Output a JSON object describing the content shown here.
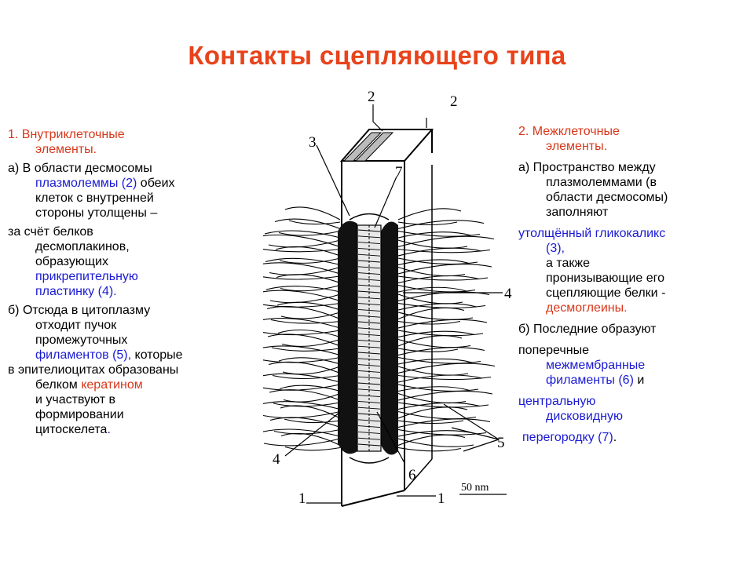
{
  "slide": {
    "title": "Контакты сцепляющего типа"
  },
  "left": {
    "h_num": "1. ",
    "h_text_1": "Внутриклеточные",
    "h_text_2": "элементы.",
    "a_1": "а) В области десмосомы",
    "a_2_blue": "плазмолеммы (2)",
    "a_2_rest": " обеих",
    "a_3": "клеток с внутренней",
    "a_4": "стороны утолщены –",
    "b_1": "за счёт белков",
    "b_2": "десмоплакинов,",
    "b_3": "образующих",
    "b_4_blue": "прикрепительную",
    "b_5_blue": "пластинку (4).",
    "c_1": "б) Отсюда в цитоплазму",
    "c_2": "отходит пучок",
    "c_3": "промежуточных",
    "c_4_blue": "филаментов (5),",
    "c_4_rest": " которые",
    "d_1": "в эпителиоцитах образованы",
    "d_2_pre": "белком ",
    "d_2_red": "кератином",
    "d_3": "и участвуют в",
    "d_4": "формировании",
    "d_5": "цитоскелета",
    "d_5_dot": "."
  },
  "right": {
    "h_1": "2. Межклеточные",
    "h_2": "элементы.",
    "a_1": "а) Пространство между",
    "a_2": "плазмолеммами (в",
    "a_3": "области десмосомы)",
    "a_4": "заполняют",
    "b_1_blue": "утолщённый гликокаликс",
    "b_2_blue": "(3),",
    "b_3": "а также",
    "b_4": "пронизывающие его",
    "b_5": "сцепляющие белки -",
    "b_6_red": "десмоглеины.",
    "c_1": "б) Последние образуют",
    "c_2": "поперечные",
    "c_3_blue": "межмембранные",
    "c_4_blue": "филаменты (6)",
    "c_4_rest": " и",
    "c_5_blue": "центральную",
    "c_6_blue": "дисковидную",
    "c_7_blue": "перегородку (7)",
    "c_7_dot": "."
  },
  "diagram": {
    "labels": [
      "1",
      "1",
      "2",
      "2",
      "3",
      "4",
      "4",
      "5",
      "6",
      "7"
    ],
    "scale": "50 nm"
  }
}
